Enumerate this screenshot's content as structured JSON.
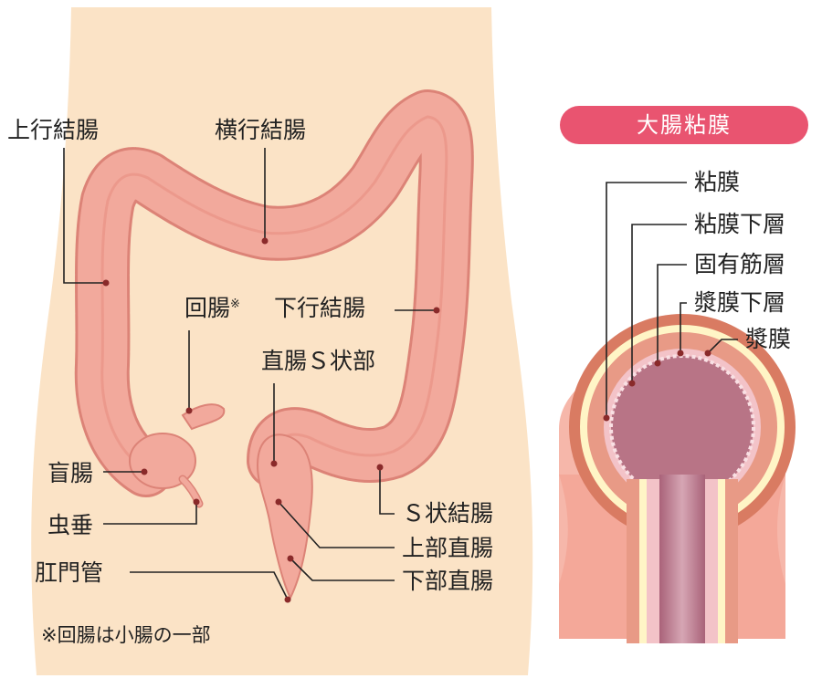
{
  "colors": {
    "body_skin": "#fbe3c6",
    "colon_fill": "#f2a99c",
    "colon_edge": "#dc8377",
    "badge_bg": "#e95470",
    "line": "#222222",
    "serosa": "#d97b62",
    "submucosa": "#fff5c6",
    "mucosa_outer": "#f3c3c8",
    "lumen": "#b87486"
  },
  "left_diagram": {
    "labels": {
      "ascending_colon": "上行結腸",
      "transverse_colon": "横行結腸",
      "ileum": "回腸",
      "ileum_mark": "※",
      "descending_colon": "下行結腸",
      "rectosigmoid": "直腸Ｓ状部",
      "cecum": "盲腸",
      "appendix": "虫垂",
      "anal_canal": "肛門管",
      "sigmoid_colon": "Ｓ状結腸",
      "upper_rectum": "上部直腸",
      "lower_rectum": "下部直腸"
    },
    "footnote": "※回腸は小腸の一部"
  },
  "right_diagram": {
    "badge": "大腸粘膜",
    "layers": {
      "mucosa": "粘膜",
      "submucosa": "粘膜下層",
      "muscularis_propria": "固有筋層",
      "subserosa": "漿膜下層",
      "serosa": "漿膜"
    }
  }
}
